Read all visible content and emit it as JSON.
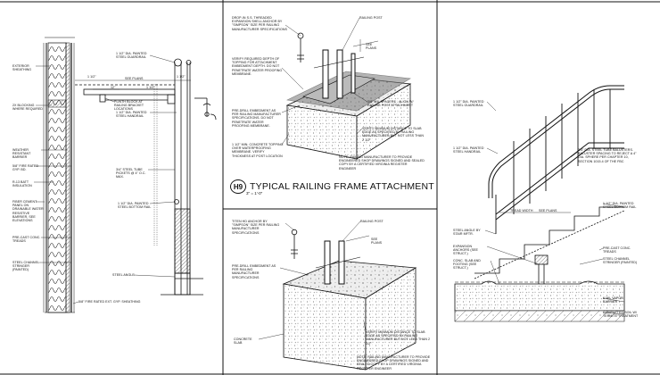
{
  "details": {
    "wall_section": {
      "labels": [
        "EXTERIOR SHEATHING",
        "2X BLOCKING WHERE REQUIRED",
        "WEATHER RESISTANT BARRIER",
        "5/8\" FIRE RATED GYP. BD.",
        "R-13 BATT INSULATION",
        "FIBER CEMENT PANEL ON DRAINABLE WATER RESISTIVE BARRIER, SEE ELEVATIONS",
        "PRE-CAST CONC. TREADS",
        "STEEL CHANNEL STRINGER (PAINTED)",
        "5/8\" FIRE RATED EXT. GYP. SHEATHING"
      ],
      "rail_labels": [
        "1 1/2\" DIA. PAINTED STEEL GUARDRAIL",
        "SEE PLANS",
        "PLINTH BLOCK AT RAILING BRACKET LOCATIONS",
        "1 1/2\" DIA. PAINTED STEEL HANDRAIL",
        "3/4\" STEEL TUBE PICKETS @ 4\" O.C. MAX.",
        "1 1/2\" DIA. PAINTED STEEL BOTTOM RAIL",
        "STEEL ANGLE"
      ],
      "dims": [
        "1 1/2\"",
        "12\"",
        "1 1/2\"",
        "1 1/2\""
      ]
    },
    "h9": {
      "badge": "H9",
      "title": "TYPICAL RAILING FRAME ATTACHMENT",
      "scale": "3\" = 1'-0\"",
      "labels": [
        "DROP-IN S.S. THREADED EXPANSION SHELL ANCHOR BY \"SIMPSON\" SIZE PER RAILING MANUFACTURER SPECIFICATIONS",
        "RAILING POST",
        "SEE PLANS",
        "VERIFY REQUIRED DEPTH OF TOPPING FOR ATTACHMENT EMBEDMENT DEPTH. DO NOT PENETRATE WATER PROOFING MEMBRANE.",
        "PRE-DRILL EMBEDMENT AS PER RAILING MANUFACTURER SPECIFICATIONS. DO NOT PENETRATE WATER PROOFING MEMBRANE.",
        "1 1/2\" MIN. CONCRETE TOPPING OVER WATERPROOFING MEMBRANE. VERIFY THICKNESS AT POST LOCATION",
        "3/8\" MIL SPACERS - ALIGN W/ RAILING POST ATTACHMENT",
        "VERIFY MINIMUM DISTANCE TO SLAB EDGE AS SPECIFIED BY RAILING MANUFACTURER BUT NOT LESS THAN 2 1/2\"",
        "NOTE: RAILING MANUFACTURER TO PROVIDE ENGINEERED SHOP DRAWINGS SIGNED AND SEALED COPY BY A CERTIFIED VIRGINIA REGISTER ENGINEER"
      ]
    },
    "lower": {
      "labels": [
        "TITEN HD ANCHOR BY \"SIMPSON\" SIZE PER RAILING MANUFACTURER SPECIFICATIONS",
        "RAILING POST",
        "SEE PLANS",
        "PRE-DRILL EMBEDMENT AS PER RAILING MANUFACTURER SPECIFICATIONS",
        "CONCRETE SLAB",
        "VERIFY MINIMUM DISTANCE TO SLAB EDGE AS SPECIFIED BY RAILING MANUFACTURER BUT NOT LESS THAN 2 1/2\"",
        "NOTE: RAILING MANUFACTURER TO PROVIDE ENGINEERED SHOP DRAWINGS SIGNED AND SEALED COPY BY A CERTIFIED VIRGINIA REGISTER ENGINEER"
      ]
    },
    "stair": {
      "labels": [
        "1 1/2\" DIA. PAINTED STEEL GUARDRAIL",
        "1 1/2\" DIA. PAINTED STEEL HANDRAIL",
        "3/4\" DIA. STEEL TUBE BALUSTERS. BALUSTER SPACING TO REJECT A 4\" DIA. SPHERE PER CHAPTER 10, SECTION 1015.4 OF THE FBC",
        "1 1/2\" DIA. PAINTED STEEL BOTTOM RAIL",
        "TREAD WIDTH",
        "SEE PLANS",
        "STEEL ANGLE BY STAIR MFTR.",
        "EXPANSION ANCHORS (SEE STRUCT.)",
        "CONC. SLAB AND FOOTING (SEE STRUCT.)",
        "PRE-CAST CONC. TREADS",
        "STEEL CHANNEL STRINGER (PAINTED)",
        "6 MIL VAPOR BARRIER",
        "COMPACTED SOIL W/ TERMITE TREATMENT"
      ]
    }
  }
}
